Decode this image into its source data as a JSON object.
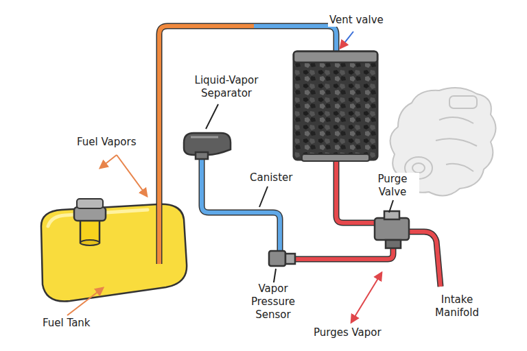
{
  "diagram": {
    "labels": [
      "Vent valve",
      "Liquid-Vapor Separator",
      "Fuel Vapors",
      "Canister",
      "Purge Valve",
      "Fuel Tank",
      "Vapor Pressure Sensor",
      "Purges Vapor",
      "Intake Manifold"
    ]
  }
}
